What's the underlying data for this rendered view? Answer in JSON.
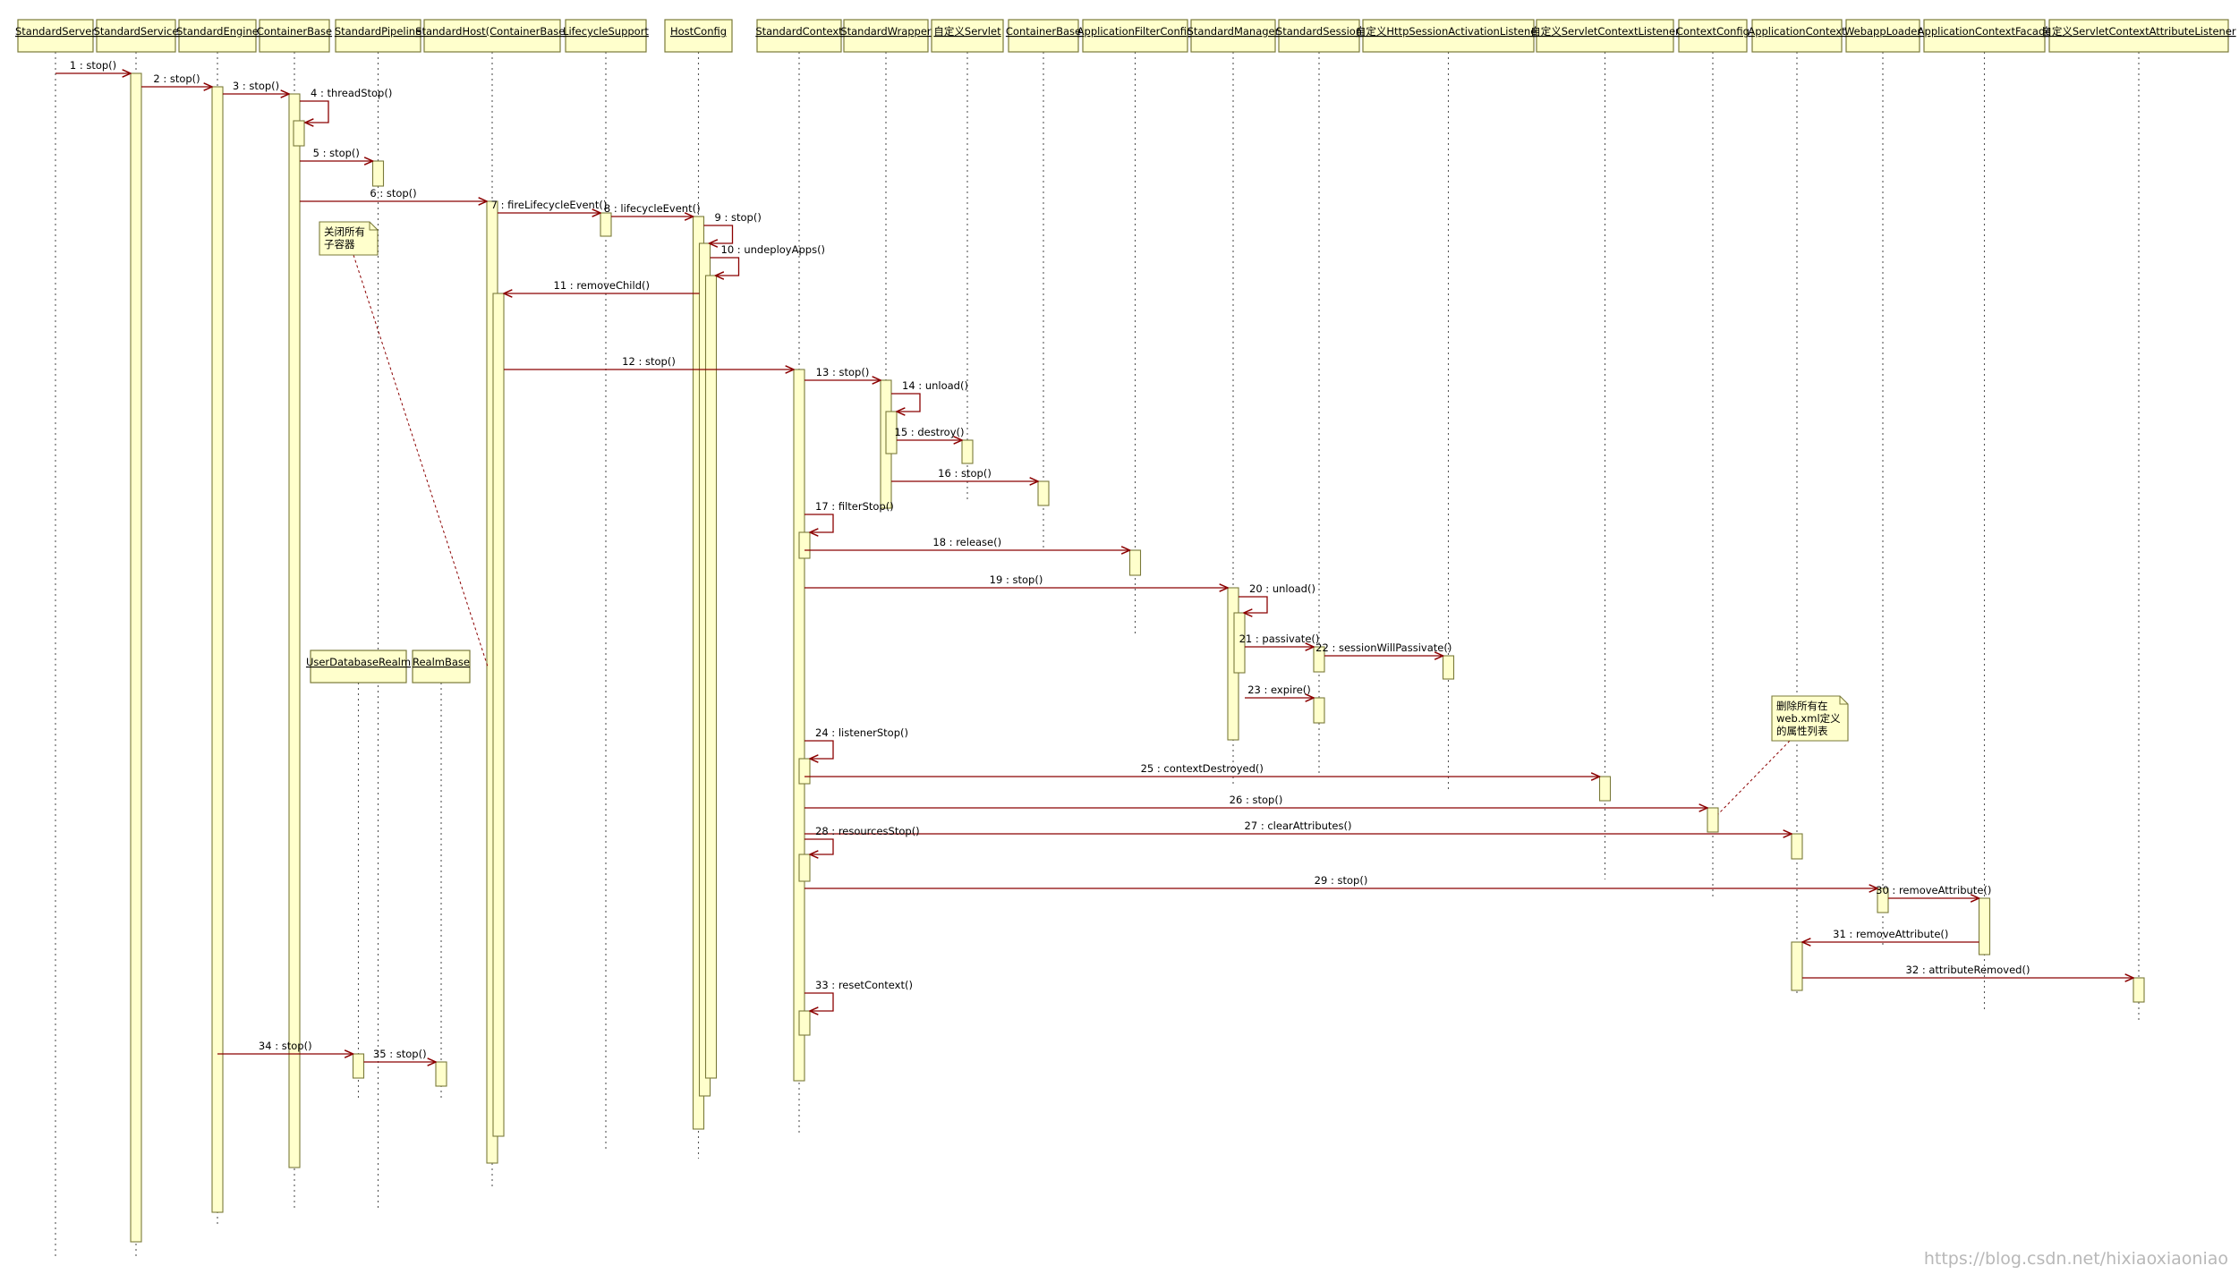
{
  "diagram": {
    "colors": {
      "box_fill": "#ffffcc",
      "box_stroke": "#7a7a3a",
      "lifeline": "#555555",
      "activation_fill": "#ffffcc",
      "activation_stroke": "#7a7a3a",
      "message_line": "#8b0000",
      "label_text": "#000000",
      "note_link": "#8b0000"
    },
    "participants": [
      {
        "id": "StandardServer",
        "label": "StandardServer"
      },
      {
        "id": "StandardService",
        "label": "StandardService"
      },
      {
        "id": "StandardEngine",
        "label": "StandardEngine"
      },
      {
        "id": "ContainerBase1",
        "label": "ContainerBase"
      },
      {
        "id": "StandardPipeline",
        "label": "StandardPipeline"
      },
      {
        "id": "StandardHost",
        "label": "StandardHost(ContainerBase)"
      },
      {
        "id": "LifecycleSupport",
        "label": "LifecycleSupport"
      },
      {
        "id": "HostConfig",
        "label": "HostConfig"
      },
      {
        "id": "StandardContext",
        "label": "StandardContext"
      },
      {
        "id": "StandardWrapper",
        "label": "StandardWrapper"
      },
      {
        "id": "CustomServlet",
        "label": "自定义Servlet"
      },
      {
        "id": "ContainerBase2",
        "label": "ContainerBase"
      },
      {
        "id": "ApplicationFilterConfig",
        "label": "ApplicationFilterConfig"
      },
      {
        "id": "StandardManager",
        "label": "StandardManager"
      },
      {
        "id": "StandardSession",
        "label": "StandardSession"
      },
      {
        "id": "CustomHSAL",
        "label": "自定义HttpSessionActivationListener"
      },
      {
        "id": "CustomSCL",
        "label": "自定义ServletContextListener"
      },
      {
        "id": "ContextConfig",
        "label": "ContextConfig"
      },
      {
        "id": "ApplicationContext",
        "label": "ApplicationContext"
      },
      {
        "id": "WebappLoader",
        "label": "WebappLoader"
      },
      {
        "id": "ApplicationContextFacade",
        "label": "ApplicationContextFacade"
      },
      {
        "id": "CustomSCAL",
        "label": "自定义ServletContextAttributeListener"
      },
      {
        "id": "UserDatabaseRealm",
        "label": "UserDatabaseRealm"
      },
      {
        "id": "RealmBase",
        "label": "RealmBase"
      }
    ],
    "messages": [
      {
        "label": "1 : stop()",
        "from": "StandardServer",
        "to": "StandardService"
      },
      {
        "label": "2 : stop()",
        "from": "StandardService",
        "to": "StandardEngine"
      },
      {
        "label": "3 : stop()",
        "from": "StandardEngine",
        "to": "ContainerBase1"
      },
      {
        "label": "4 : threadStop()",
        "from": "ContainerBase1",
        "to": "ContainerBase1",
        "self": true
      },
      {
        "label": "5 : stop()",
        "from": "ContainerBase1",
        "to": "StandardPipeline"
      },
      {
        "label": "6 : stop()",
        "from": "ContainerBase1",
        "to": "StandardHost"
      },
      {
        "label": "7 : fireLifecycleEvent()",
        "from": "StandardHost",
        "to": "LifecycleSupport"
      },
      {
        "label": "8 : lifecycleEvent()",
        "from": "LifecycleSupport",
        "to": "HostConfig"
      },
      {
        "label": "9 : stop()",
        "from": "HostConfig",
        "to": "HostConfig",
        "self": true
      },
      {
        "label": "10 : undeployApps()",
        "from": "HostConfig",
        "to": "HostConfig",
        "self": true
      },
      {
        "label": "11 : removeChild()",
        "from": "HostConfig",
        "to": "StandardHost"
      },
      {
        "label": "12 : stop()",
        "from": "StandardHost",
        "to": "StandardContext"
      },
      {
        "label": "13 : stop()",
        "from": "StandardContext",
        "to": "StandardWrapper"
      },
      {
        "label": "14 : unload()",
        "from": "StandardWrapper",
        "to": "StandardWrapper",
        "self": true
      },
      {
        "label": "15 : destroy()",
        "from": "StandardWrapper",
        "to": "CustomServlet"
      },
      {
        "label": "16 : stop()",
        "from": "StandardWrapper",
        "to": "ContainerBase2"
      },
      {
        "label": "17 : filterStop()",
        "from": "StandardContext",
        "to": "StandardContext",
        "self": true
      },
      {
        "label": "18 : release()",
        "from": "StandardContext",
        "to": "ApplicationFilterConfig"
      },
      {
        "label": "19 : stop()",
        "from": "StandardContext",
        "to": "StandardManager"
      },
      {
        "label": "20 : unload()",
        "from": "StandardManager",
        "to": "StandardManager",
        "self": true
      },
      {
        "label": "21 : passivate()",
        "from": "StandardManager",
        "to": "StandardSession"
      },
      {
        "label": "22 : sessionWillPassivate()",
        "from": "StandardSession",
        "to": "CustomHSAL"
      },
      {
        "label": "23 : expire()",
        "from": "StandardManager",
        "to": "StandardSession"
      },
      {
        "label": "24 : listenerStop()",
        "from": "StandardContext",
        "to": "StandardContext",
        "self": true
      },
      {
        "label": "25 : contextDestroyed()",
        "from": "StandardContext",
        "to": "CustomSCL"
      },
      {
        "label": "26 : stop()",
        "from": "StandardContext",
        "to": "ContextConfig"
      },
      {
        "label": "27 : clearAttributes()",
        "from": "StandardContext",
        "to": "ApplicationContext"
      },
      {
        "label": "28 : resourcesStop()",
        "from": "StandardContext",
        "to": "StandardContext",
        "self": true
      },
      {
        "label": "29 : stop()",
        "from": "StandardContext",
        "to": "WebappLoader"
      },
      {
        "label": "30 : removeAttribute()",
        "from": "WebappLoader",
        "to": "ApplicationContextFacade"
      },
      {
        "label": "31 : removeAttribute()",
        "from": "ApplicationContextFacade",
        "to": "ApplicationContext"
      },
      {
        "label": "32 : attributeRemoved()",
        "from": "ApplicationContext",
        "to": "CustomSCAL"
      },
      {
        "label": "33 : resetContext()",
        "from": "StandardContext",
        "to": "StandardContext",
        "self": true
      },
      {
        "label": "34 : stop()",
        "from": "StandardEngine",
        "to": "UserDatabaseRealm"
      },
      {
        "label": "35 : stop()",
        "from": "UserDatabaseRealm",
        "to": "RealmBase"
      }
    ],
    "notes": [
      {
        "id": "note-close-children",
        "lines": [
          "关闭所有",
          "子容器"
        ]
      },
      {
        "id": "note-remove-attrs",
        "lines": [
          "删除所有在",
          "web.xml定义",
          "的属性列表"
        ]
      }
    ],
    "watermark": "https://blog.csdn.net/hixiaoxiaoniao"
  }
}
